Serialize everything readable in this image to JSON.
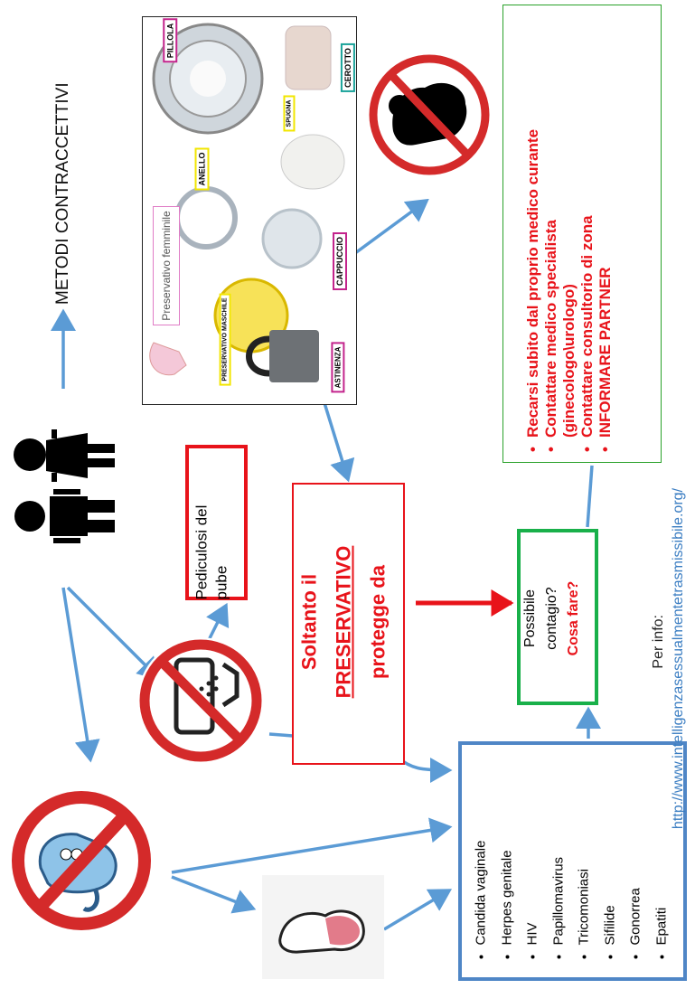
{
  "title": "METODI CONTRACCETTIVI",
  "collage": {
    "labels": {
      "pillola": "PILLOLA",
      "cerotto": "CEROTTO",
      "spugna": "SPUGNA",
      "anello": "ANELLO",
      "preservativo_femminile": "Preservativo femminile",
      "cappuccio": "CAPPUCCIO",
      "preservativo_maschile": "PRESERVATIVO MASCHILE",
      "astinenza": "ASTINENZA"
    }
  },
  "advice": {
    "items": [
      "Recarsi subito dal proprio medico curante",
      "Contattare medico specialista",
      "(ginecologo\\urologo)",
      "Contattare consultorio di zona",
      "INFORMARE PARTNER"
    ]
  },
  "pediculosi": {
    "line1": "Pediculosi del",
    "line2": "pube"
  },
  "preservativo": {
    "line1": "Soltanto il",
    "line2": "PRESERVATIVO",
    "line3": "protegge da"
  },
  "contagio": {
    "line1": "Possibile",
    "line2": "contagio?",
    "line3": "Cosa fare?"
  },
  "info": {
    "label": "Per info:",
    "url": "http://www.intelligenzasessualmentetrasmissibile.org/"
  },
  "diseases": [
    "Candida vaginale",
    "Herpes genitale",
    "HIV",
    "Papillomavirus",
    "Tricomoniasi",
    "Sifilide",
    "Gonorrea",
    "Epatiti"
  ],
  "colors": {
    "arrow": "#5b9bd5",
    "red": "#e8131a",
    "green": "#19b04a",
    "blue_box": "#4f86c6"
  }
}
